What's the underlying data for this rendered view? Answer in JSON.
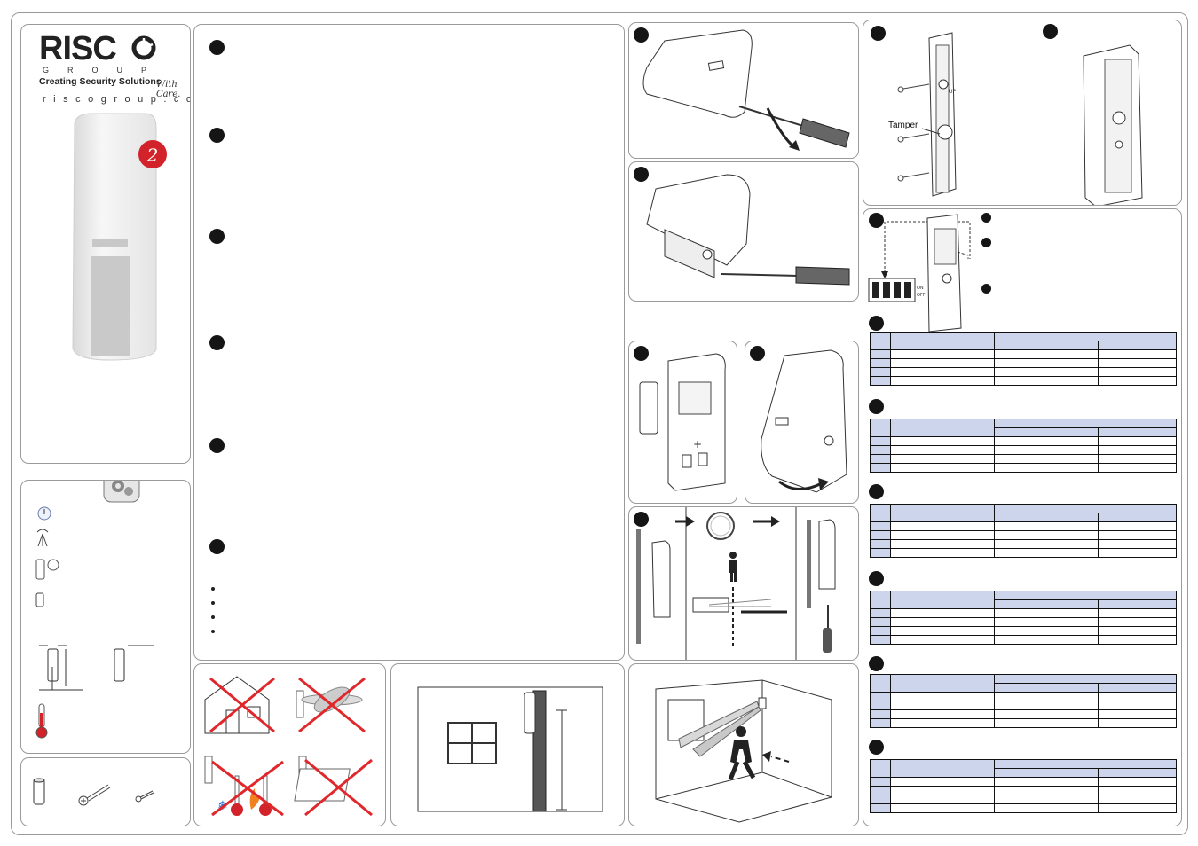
{
  "brand": {
    "logo_main": "RISC",
    "logo_group": "GROUP",
    "tagline": "Creating Security Solutions",
    "signature": "With Care.",
    "url": "riscogroup.com",
    "badge": "2"
  },
  "labels": {
    "tamper": "Tamper",
    "dip_on": "ON",
    "dip_off": "OFF",
    "plus_sign": "+",
    "up_mark": "UP"
  },
  "colors": {
    "table_header": "#cdd5ec",
    "badge_red": "#d2232a",
    "cross_red": "#e0282c",
    "thermo_red": "#d2232a",
    "snow_blue": "#2a6fd0"
  },
  "icons": [
    "settings-icon",
    "tools-icon",
    "clock-icon",
    "antenna-icon",
    "battery-icon",
    "screw-icon",
    "thermometer-icon",
    "screwdriver-icon",
    "person-icon",
    "arrow-icon"
  ]
}
